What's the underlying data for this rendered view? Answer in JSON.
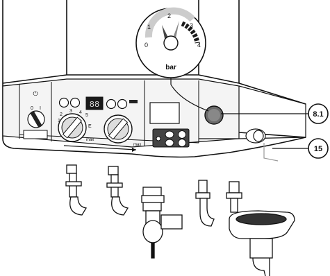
{
  "gauge": {
    "ticks": [
      "0",
      "1",
      "2",
      "3",
      "4"
    ],
    "unit": "bar"
  },
  "panel": {
    "display_text": "88",
    "power_switch_labels": [
      "0",
      "I"
    ],
    "ch_dial_marks": [
      "1",
      "2",
      "3",
      "4",
      "5",
      "E",
      "max"
    ],
    "dhw_dial_marks": [
      "max"
    ]
  },
  "callouts": [
    {
      "id": "pressure-gauge",
      "text": "8.1"
    },
    {
      "id": "fill-valve",
      "text": "15"
    }
  ],
  "colors": {
    "line": "#111111",
    "casing": "#ffffff",
    "panel": "#f2f2f2",
    "shade": "#9a9a9a",
    "gauge_band": "#1a1a1a"
  }
}
